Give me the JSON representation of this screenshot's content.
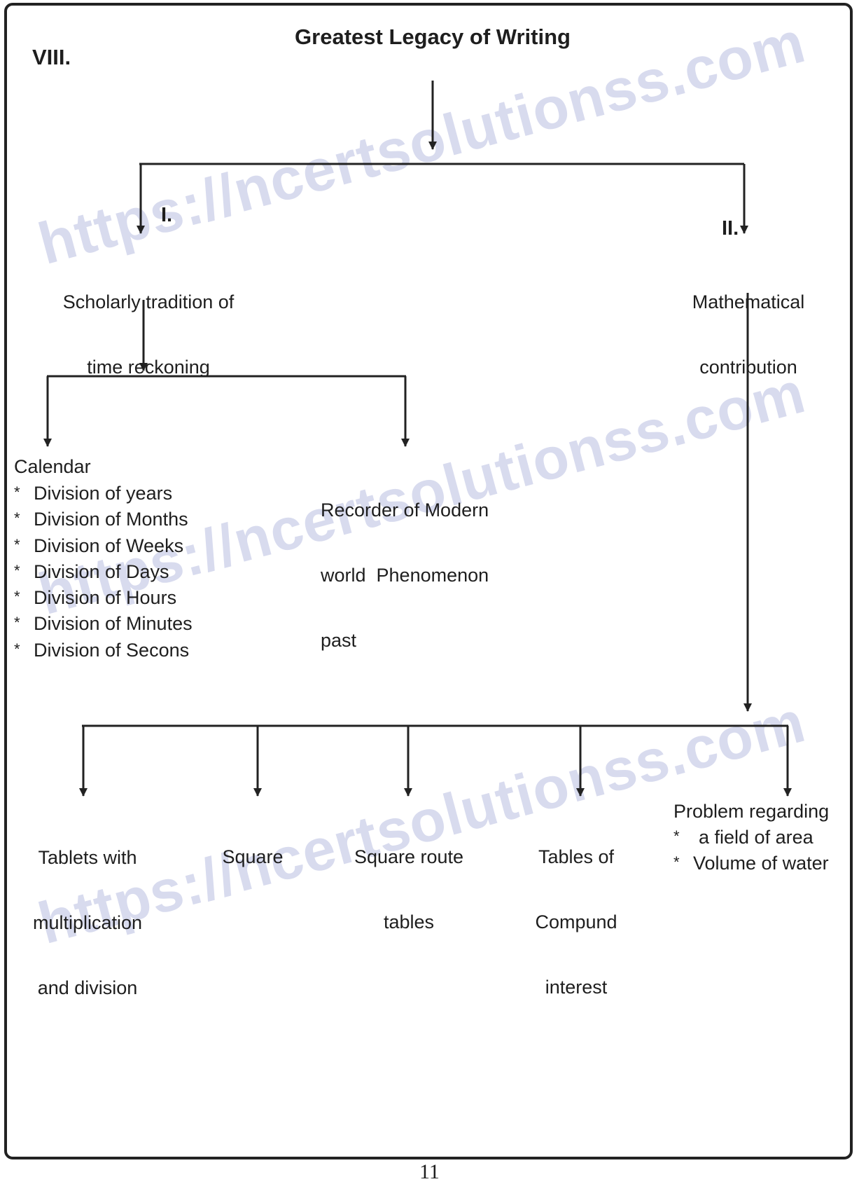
{
  "section_label": "VIII.",
  "title": "Greatest Legacy of Writing",
  "branch_1": {
    "numeral": "I.",
    "label_line1": "Scholarly tradition of",
    "label_line2": "time reckoning",
    "calendar": {
      "heading": "Calendar",
      "items": [
        "Division of years",
        "Division of Months",
        "Division of Weeks",
        "Division of Days",
        "Division of Hours",
        "Division of Minutes",
        "Division of Secons"
      ]
    },
    "recorder": {
      "line1": "Recorder of Modern",
      "line2": "world  Phenomenon",
      "line3": "past"
    }
  },
  "branch_2": {
    "numeral": "II.",
    "label_line1": "Mathematical",
    "label_line2": "contribution",
    "children": {
      "tablets": {
        "line1": "Tablets with",
        "line2": "multiplication",
        "line3": "and division"
      },
      "square": {
        "line1": "Square"
      },
      "square_route": {
        "line1": "Square route",
        "line2": "tables"
      },
      "compound": {
        "line1": "Tables of",
        "line2": "Compund",
        "line3": "interest"
      },
      "problem": {
        "heading": "Problem regarding",
        "items": [
          "a field of area",
          "Volume of water"
        ]
      }
    }
  },
  "watermark": "https://ncertsolutionss.com",
  "page_number": "11"
}
